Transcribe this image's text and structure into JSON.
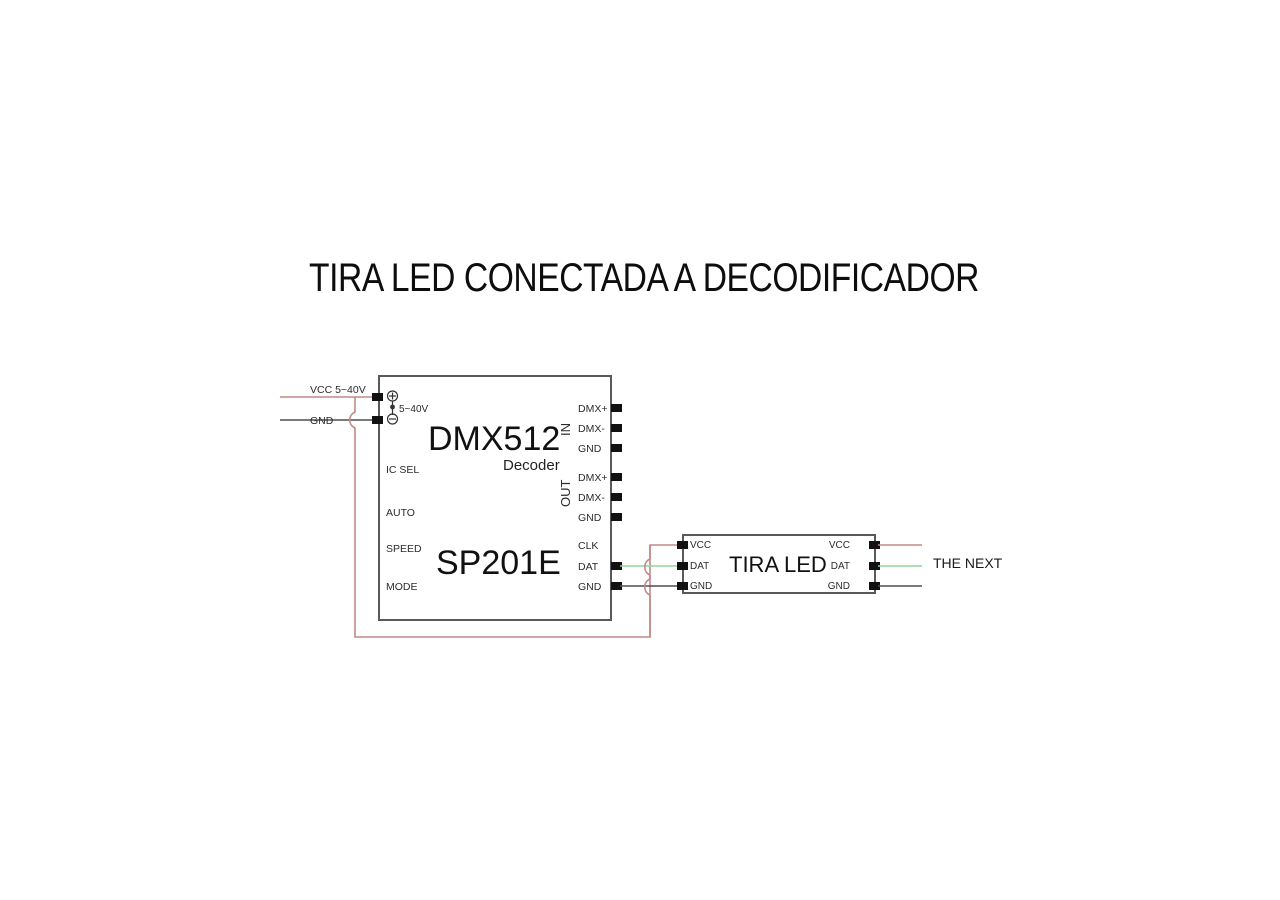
{
  "page": {
    "title": "TIRA LED CONECTADA A DECODIFICADOR",
    "background_color": "#ffffff"
  },
  "colors": {
    "vcc_wire": "#c08a87",
    "gnd_wire": "#4f4f4f",
    "data_wire": "#8fd69a",
    "block_border": "#595959",
    "pin": "#111111",
    "text": "#1a1a1a"
  },
  "decoder": {
    "name": "decoder-block",
    "main_label": "DMX512",
    "sub_label": "Decoder",
    "model_label": "SP201E",
    "left_labels": [
      "IC SEL",
      "AUTO",
      "SPEED",
      "MODE"
    ],
    "power_symbol": {
      "positive": "+",
      "negative": "-",
      "voltage": "5~40V"
    },
    "groups": [
      {
        "name": "IN",
        "pins": [
          "DMX+",
          "DMX-",
          "GND"
        ]
      },
      {
        "name": "OUT",
        "pins": [
          "DMX+",
          "DMX-",
          "GND"
        ]
      }
    ],
    "output_pins": [
      "CLK",
      "DAT",
      "GND"
    ]
  },
  "input_wires": [
    {
      "label": "VCC 5~40V",
      "color": "#c08a87",
      "name": "vcc-input-wire"
    },
    {
      "label": "GND",
      "color": "#4f4f4f",
      "name": "gnd-input-wire"
    }
  ],
  "led_strip": {
    "name": "led-strip-block",
    "title": "TIRA LED",
    "left_pins": [
      "VCC",
      "DAT",
      "GND"
    ],
    "right_pins": [
      "VCC",
      "DAT",
      "GND"
    ]
  },
  "next_label": "THE NEXT"
}
